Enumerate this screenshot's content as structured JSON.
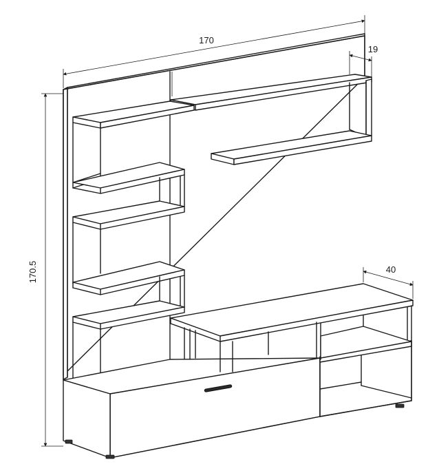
{
  "dimensions": {
    "width": "170",
    "height": "170.5",
    "shelf_depth": "19",
    "tv_unit_depth": "40"
  },
  "colors": {
    "line": "#1a1a1a",
    "background": "#ffffff"
  }
}
